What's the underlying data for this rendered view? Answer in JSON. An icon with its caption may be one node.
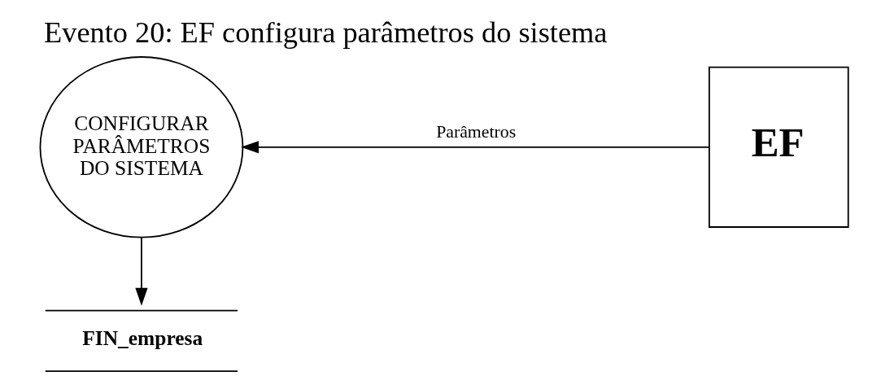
{
  "diagram": {
    "title": "Evento 20: EF configura parâmetros do sistema",
    "nodes": [
      {
        "text": [
          "CONFIGURAR PARÂMETROS DO SISTEMA"
        ]
      },
      {
        "text": [
          "EF"
        ]
      },
      {
        "text": [
          "FIN_empresa"
        ]
      }
    ],
    "edges": [
      {
        "from": 1,
        "to": 0,
        "label": "Parâmetros",
        "arrow": "to"
      },
      {
        "from": 0,
        "to": 2,
        "arrow": "to"
      }
    ]
  }
}
